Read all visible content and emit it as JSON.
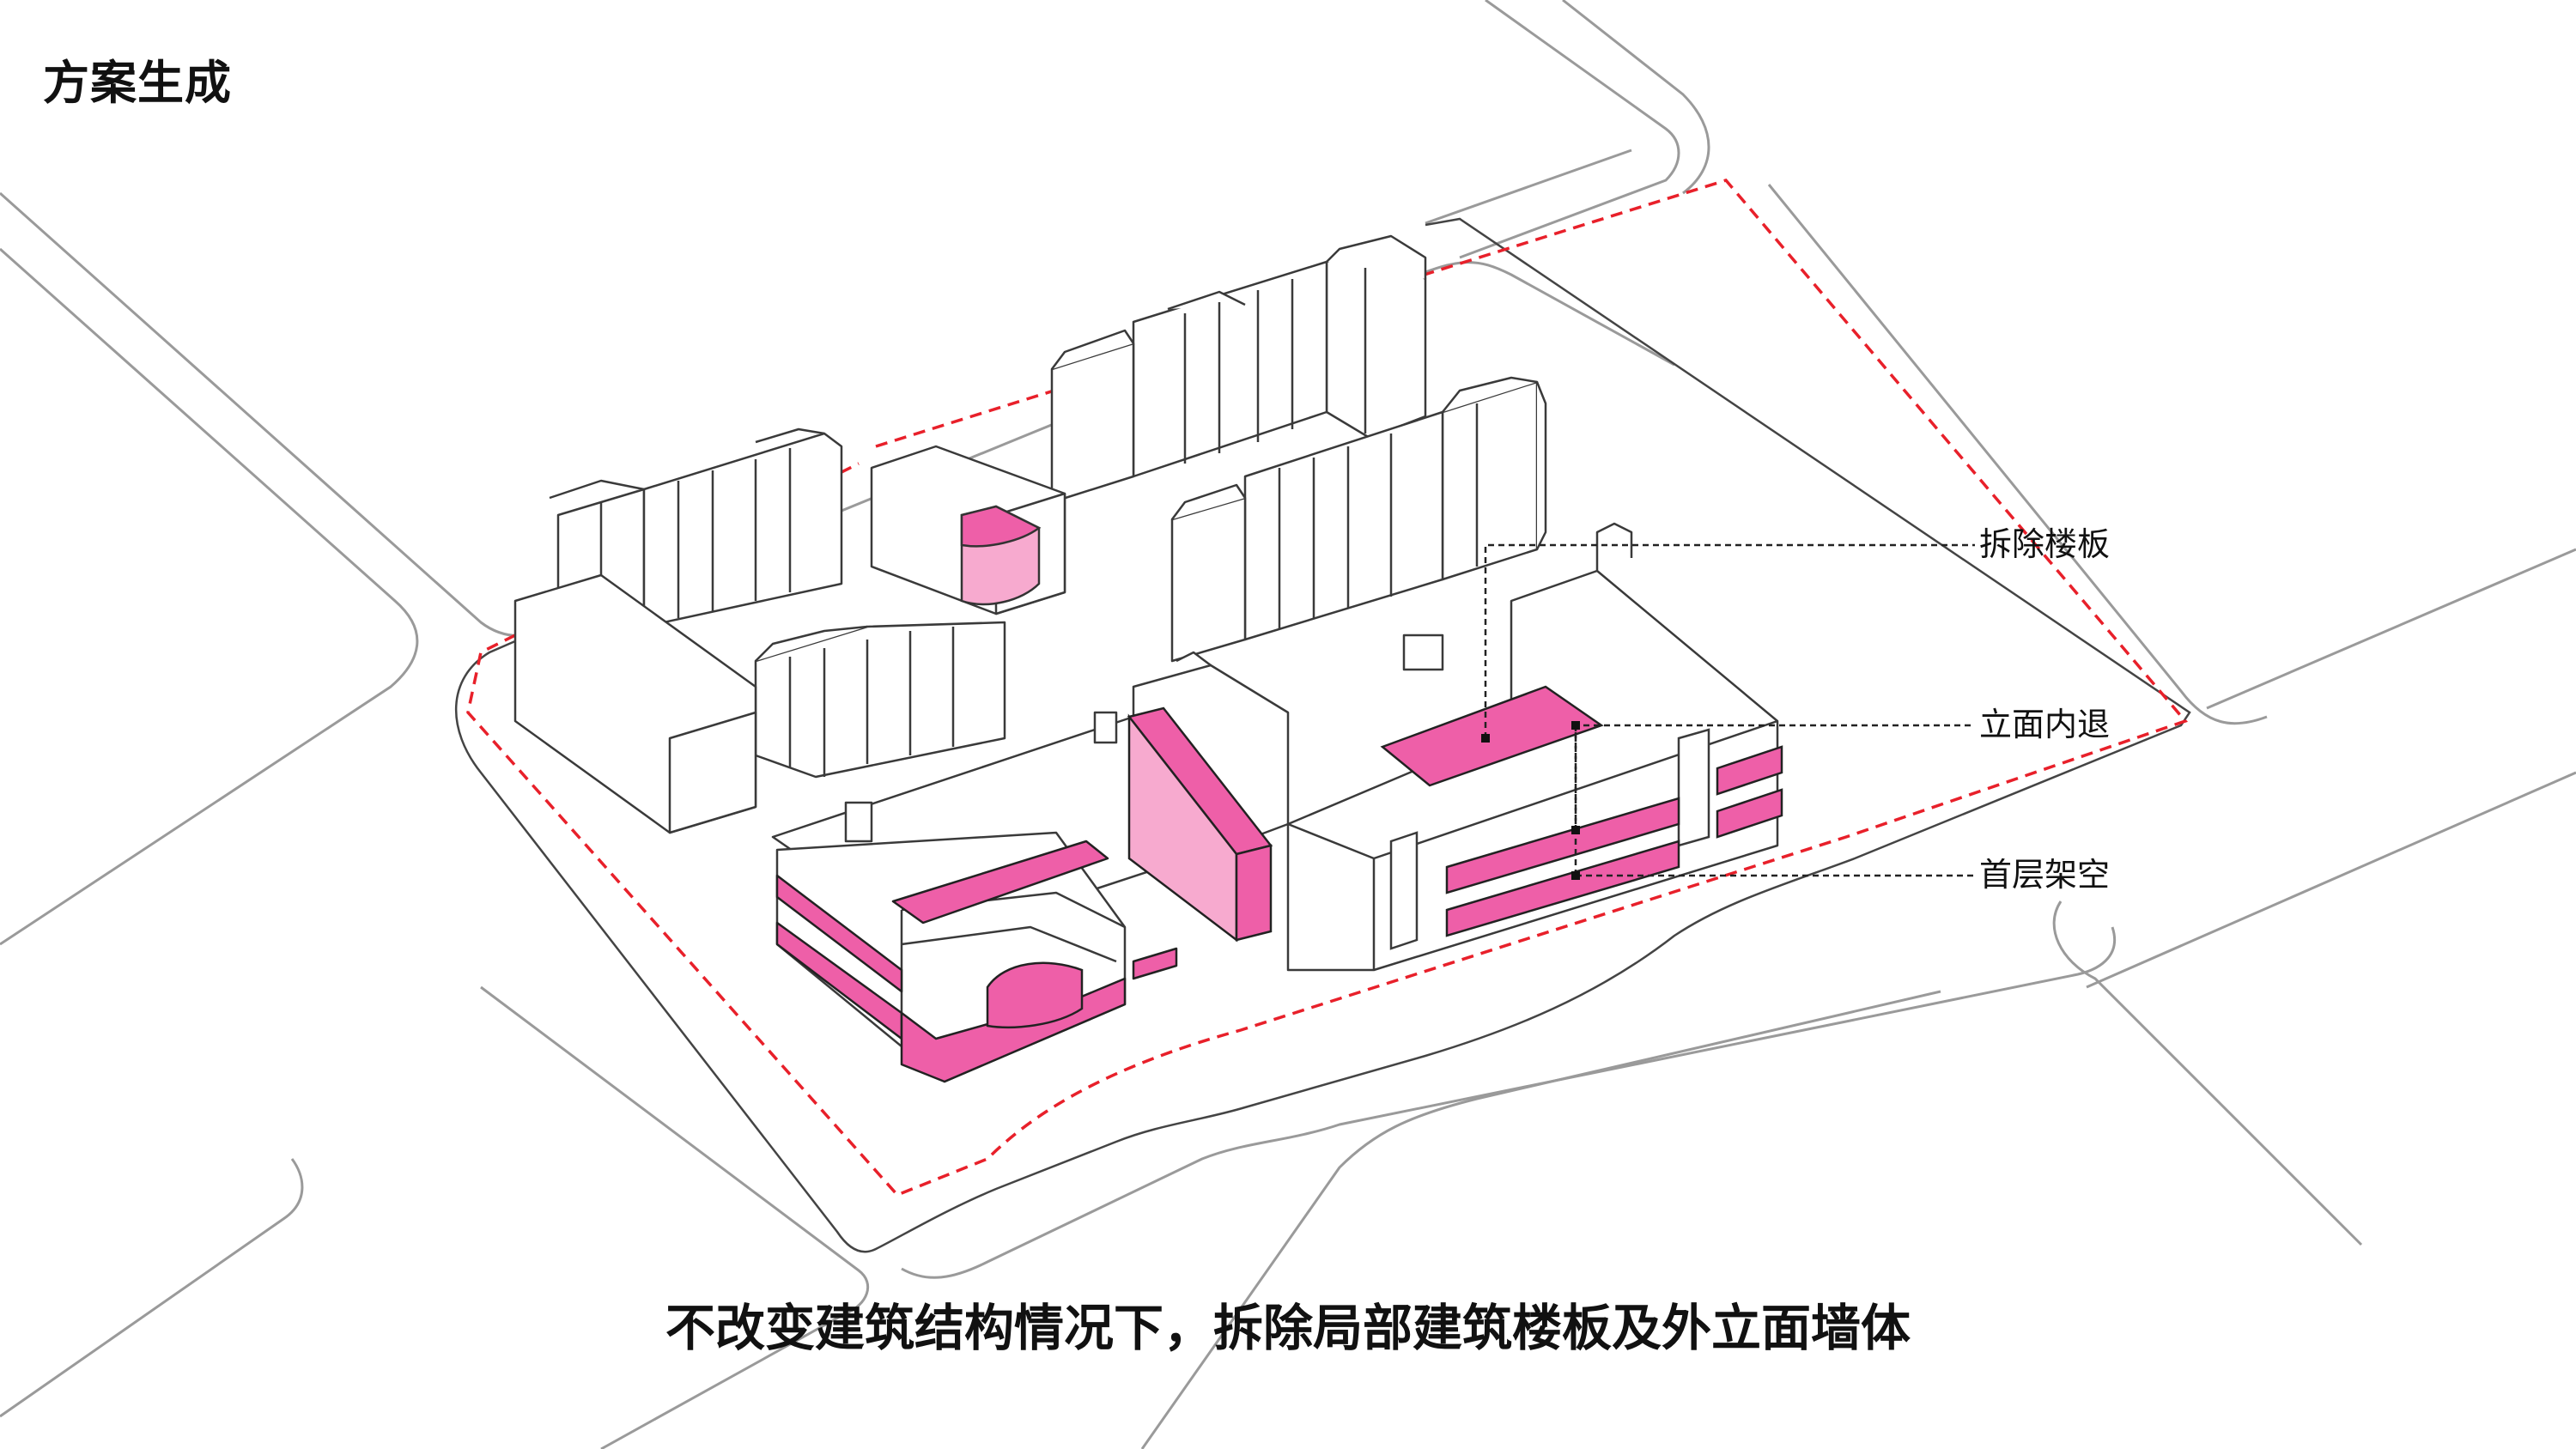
{
  "header": {
    "title": "方案生成"
  },
  "callouts": [
    {
      "label": "拆除楼板"
    },
    {
      "label": "立面内退"
    },
    {
      "label": "首层架空"
    }
  ],
  "caption": "不改变建筑结构情况下，拆除局部建筑楼板及外立面墙体",
  "colors": {
    "highlight": "#ee5fa8",
    "highlight_light": "#f7aacf",
    "site_boundary": "#e8202a",
    "outline": "#333333",
    "road": "#999999",
    "leader": "#222222"
  }
}
